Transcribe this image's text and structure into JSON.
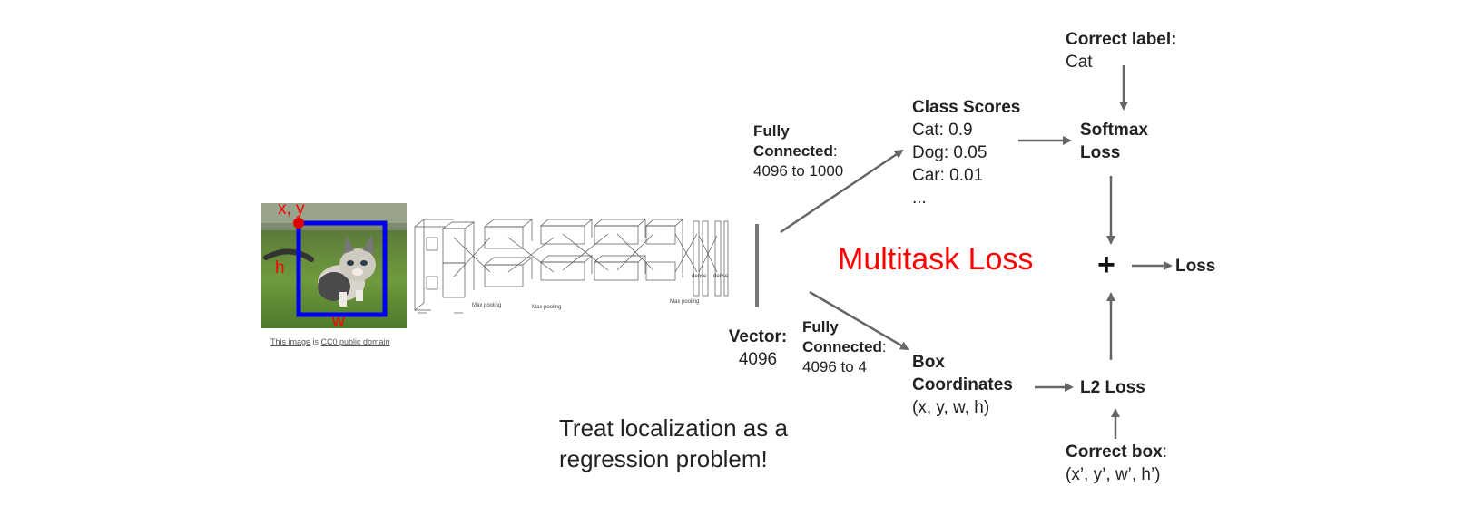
{
  "photo": {
    "labels": {
      "xy": "x, y",
      "h": "h",
      "w": "w"
    },
    "credit": {
      "link1": "This image",
      "mid": " is ",
      "link2": "CC0 public domain"
    }
  },
  "network_labels": [
    "Max pooling",
    "Max pooling",
    "Max pooling",
    "dense",
    "dense"
  ],
  "vector": {
    "title": "Vector:",
    "value": "4096"
  },
  "fc_top": {
    "title1": "Fully",
    "title2": "Connected",
    "colon": ":",
    "detail": "4096 to 1000"
  },
  "fc_bottom": {
    "title1": "Fully",
    "title2": "Connected",
    "colon": ":",
    "detail": "4096 to 4"
  },
  "class_scores": {
    "title": "Class Scores",
    "items": [
      "Cat: 0.9",
      "Dog: 0.05",
      "Car: 0.01",
      "..."
    ]
  },
  "box_coords": {
    "line1": "Box",
    "line2": "Coordinates",
    "line3": "(x, y, w, h)"
  },
  "correct_label": {
    "title": "Correct label:",
    "value": "Cat"
  },
  "softmax": {
    "line1": "Softmax",
    "line2": "Loss"
  },
  "plus": "+",
  "loss": "Loss",
  "l2_loss": "L2 Loss",
  "correct_box": {
    "title": "Correct box",
    "colon": ":",
    "value": "(x’, y’, w’, h’)"
  },
  "multitask": "Multitask Loss",
  "caption": {
    "line1": "Treat localization as a",
    "line2": "regression problem!"
  },
  "colors": {
    "arrow": "#666666",
    "accent": "#ff0000",
    "bbox": "#0000ee"
  }
}
